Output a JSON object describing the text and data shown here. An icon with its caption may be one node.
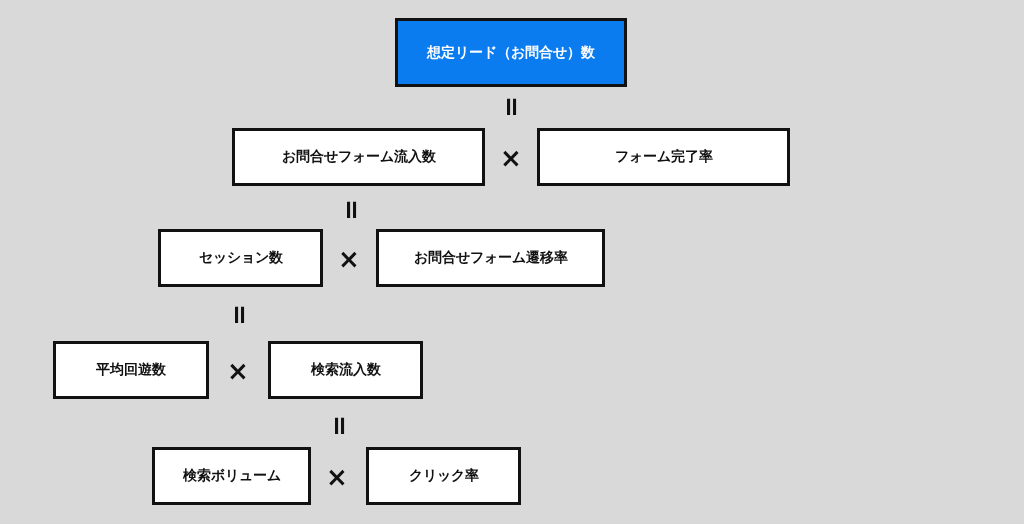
{
  "diagram": {
    "nodes": [
      {
        "text": [
          "想定リード（お問合せ）数"
        ]
      },
      {
        "text": [
          "お問合せフォーム流入数"
        ]
      },
      {
        "text": [
          "フォーム完了率"
        ]
      },
      {
        "text": [
          "セッション数"
        ]
      },
      {
        "text": [
          "お問合せフォーム遷移率"
        ]
      },
      {
        "text": [
          "平均回遊数"
        ]
      },
      {
        "text": [
          "検索流入数"
        ]
      },
      {
        "text": [
          "検索ボリューム"
        ]
      },
      {
        "text": [
          "クリック率"
        ]
      }
    ],
    "labels": [
      "=",
      "×",
      "=",
      "×",
      "=",
      "×",
      "=",
      "×"
    ]
  }
}
